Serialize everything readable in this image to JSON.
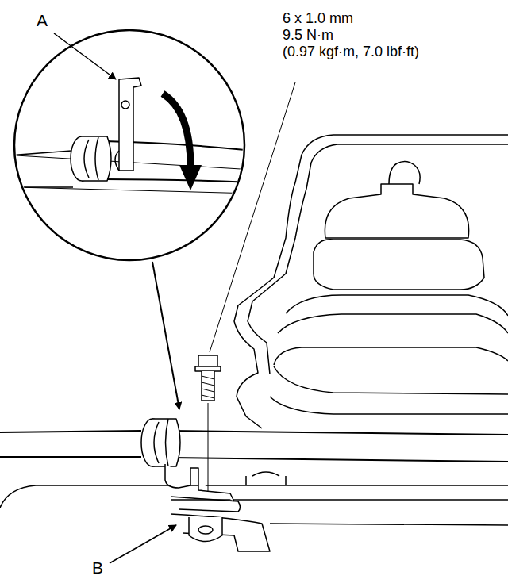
{
  "diagram": {
    "labels": [
      "A",
      "6 x 1.0 mm",
      "9.5 N·m",
      "(0.97 kgf·m, 7.0 lbf·ft)",
      "B"
    ]
  }
}
